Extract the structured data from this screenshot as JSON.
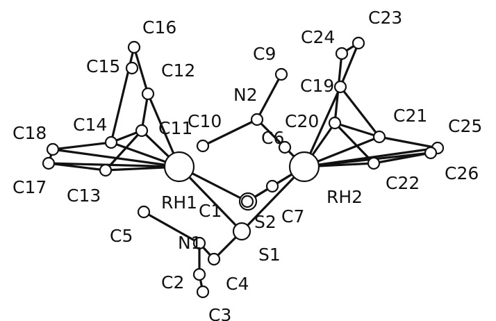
{
  "atoms": [
    {
      "id": "RH1",
      "label": "RH1",
      "shape": "large-circle"
    },
    {
      "id": "RH2",
      "label": "RH2",
      "shape": "large-circle"
    },
    {
      "id": "S1",
      "label": "S1",
      "shape": "medium-circle"
    },
    {
      "id": "S2",
      "label": "S2",
      "shape": "medium-circle"
    },
    {
      "id": "N1",
      "label": "N1",
      "shape": "small-circle"
    },
    {
      "id": "N2",
      "label": "N2",
      "shape": "small-circle"
    },
    {
      "id": "C1",
      "label": "C1",
      "shape": "small-circle"
    },
    {
      "id": "C2",
      "label": "C2",
      "shape": "small-circle"
    },
    {
      "id": "C3",
      "label": "C3",
      "shape": "small-circle"
    },
    {
      "id": "C4",
      "label": "C4",
      "shape": "small-circle"
    },
    {
      "id": "C5",
      "label": "C5",
      "shape": "small-circle"
    },
    {
      "id": "C6",
      "label": "C6",
      "shape": "small-circle"
    },
    {
      "id": "C7",
      "label": "C7",
      "shape": "small-circle"
    },
    {
      "id": "C9",
      "label": "C9",
      "shape": "small-circle"
    },
    {
      "id": "C10",
      "label": "C10",
      "shape": "small-circle"
    },
    {
      "id": "C11",
      "label": "C11",
      "shape": "small-circle"
    },
    {
      "id": "C12",
      "label": "C12",
      "shape": "small-circle"
    },
    {
      "id": "C13",
      "label": "C13",
      "shape": "small-circle"
    },
    {
      "id": "C14",
      "label": "C14",
      "shape": "small-circle"
    },
    {
      "id": "C15",
      "label": "C15",
      "shape": "small-circle"
    },
    {
      "id": "C16",
      "label": "C16",
      "shape": "small-circle"
    },
    {
      "id": "C17",
      "label": "C17",
      "shape": "small-circle"
    },
    {
      "id": "C18",
      "label": "C18",
      "shape": "small-circle"
    },
    {
      "id": "C19",
      "label": "C19",
      "shape": "small-circle"
    },
    {
      "id": "C20",
      "label": "C20",
      "shape": "small-circle"
    },
    {
      "id": "C21",
      "label": "C21",
      "shape": "small-circle"
    },
    {
      "id": "C22",
      "label": "C22",
      "shape": "small-circle"
    },
    {
      "id": "C23",
      "label": "C23",
      "shape": "small-circle"
    },
    {
      "id": "C24",
      "label": "C24",
      "shape": "small-circle"
    },
    {
      "id": "C25",
      "label": "C25",
      "shape": "small-circle"
    },
    {
      "id": "C26",
      "label": "C26",
      "shape": "small-circle"
    }
  ],
  "bonds": [
    [
      "C17",
      "C13"
    ],
    [
      "C18",
      "C14"
    ],
    [
      "C17",
      "C18"
    ],
    [
      "C17",
      "RH1"
    ],
    [
      "C18",
      "RH1"
    ],
    [
      "C13",
      "C11"
    ],
    [
      "C14",
      "C11"
    ],
    [
      "C13",
      "RH1"
    ],
    [
      "C14",
      "RH1"
    ],
    [
      "C11",
      "RH1"
    ],
    [
      "C12",
      "C11"
    ],
    [
      "C12",
      "C16"
    ],
    [
      "C16",
      "C14"
    ],
    [
      "C12",
      "RH1"
    ],
    [
      "C10",
      "N2"
    ],
    [
      "C9",
      "N2"
    ],
    [
      "N2",
      "C6"
    ],
    [
      "C6",
      "RH2"
    ],
    [
      "RH1",
      "C1"
    ],
    [
      "C1",
      "RH2"
    ],
    [
      "C1",
      "C7"
    ],
    [
      "C7",
      "RH2"
    ],
    [
      "RH1",
      "S1"
    ],
    [
      "S1",
      "RH2"
    ],
    [
      "S1",
      "C4"
    ],
    [
      "C4",
      "N1"
    ],
    [
      "C5",
      "N1"
    ],
    [
      "N1",
      "C2"
    ],
    [
      "C2",
      "C3"
    ],
    [
      "RH2",
      "C19"
    ],
    [
      "RH2",
      "C20"
    ],
    [
      "RH2",
      "C21"
    ],
    [
      "RH2",
      "C22"
    ],
    [
      "RH2",
      "C25"
    ],
    [
      "RH2",
      "C26"
    ],
    [
      "C19",
      "C23"
    ],
    [
      "C23",
      "C24"
    ],
    [
      "C24",
      "C20"
    ],
    [
      "C19",
      "C21"
    ],
    [
      "C20",
      "C21"
    ],
    [
      "C21",
      "C25"
    ],
    [
      "C22",
      "C26"
    ],
    [
      "C25",
      "C26"
    ],
    [
      "C20",
      "C22"
    ]
  ]
}
